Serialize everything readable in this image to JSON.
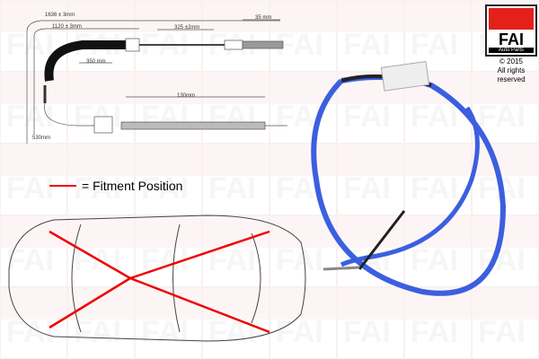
{
  "dimensions": {
    "total_length": "1636 ± 3mm",
    "inner_length": "1120 ± 3mm",
    "sheath_segment": "325 ±2mm",
    "end_length": "35 mm",
    "bend_segment": "350 mm",
    "spring_length": "130mm",
    "lower_length": "530mm"
  },
  "logo": {
    "brand": "FAI",
    "subtitle": "Auto Parts",
    "accent": "#e4201b"
  },
  "copyright": {
    "year": "© 2015",
    "rights": "All rights reserved"
  },
  "legend": {
    "label": "= Fitment Position",
    "color": "#e00000"
  }
}
